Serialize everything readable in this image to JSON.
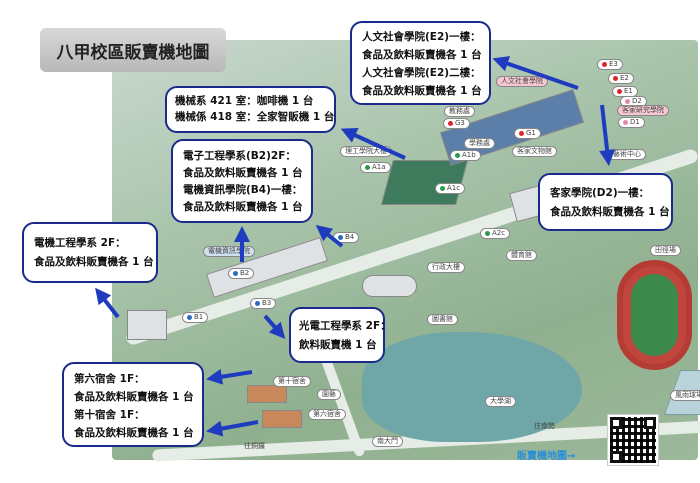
{
  "title": "八甲校區販賣機地圖",
  "callouts": {
    "e2": [
      "人文社會學院(E2)一樓：",
      "食品及飲料販賣機各 1 台",
      "人文社會學院(E2)二樓：",
      "食品及飲料販賣機各 1 台"
    ],
    "mech": [
      "機械系 421 室：咖啡機 1 台",
      "機械係 418 室：全家智販機 1 台"
    ],
    "b2b4": [
      "電子工程學系(B2)2F：",
      "食品及飲料販賣機各 1 台",
      "電機資訊學院(B4)一樓：",
      "食品及飲料販賣機各 1 台"
    ],
    "ee": [
      "電機工程學系 2F：",
      "食品及飲料販賣機各 1 台"
    ],
    "d2": [
      "客家學院(D2)一樓：",
      "食品及飲料販賣機各 1 台"
    ],
    "eo": [
      "光電工程學系 2F：",
      "飲料販賣機 1 台"
    ],
    "dorm": [
      "第六宿舍 1F：",
      "食品及飲料販賣機各 1 台",
      "第十宿舍 1F：",
      "食品及飲料販賣機各 1 台"
    ]
  },
  "map_labels": {
    "E3": "E3",
    "E2": "E2",
    "E1": "E1",
    "D2": "D2",
    "D1": "D1",
    "G3": "G3",
    "G1": "G1",
    "A1a": "A1a",
    "A1b": "A1b",
    "A1c": "A1c",
    "A2c": "A2c",
    "B1": "B1",
    "B2": "B2",
    "B3": "B3",
    "B4": "B4",
    "humanities": "人文社會學院",
    "hakka_grad": "客家研究學院",
    "academic": "學務處",
    "teaching": "教務處",
    "hakka_museum": "客家文物館",
    "art": "藝術中心",
    "science": "理工學院大樓",
    "eecs": "電機資訊學院",
    "admin": "行政大樓",
    "library": "圖書館",
    "lake": "大學湖",
    "dorm10": "第十宿舍",
    "dorm6": "第六宿舍",
    "garden": "園藝",
    "south_gate": "南大門",
    "gym": "風雨球場",
    "field": "田徑場",
    "to_nanshi": "往南勢",
    "to_tongluo": "往銅鑼",
    "sports": "體育館"
  },
  "caption": "販賣機地圖→",
  "colors": {
    "callout_border": "#1a2a8c",
    "arrow": "#1f3bbf",
    "caption": "#2a8fd6",
    "red_dot": "#d9262a",
    "green_dot": "#2e9a48",
    "blue_dot": "#2a6bbf",
    "pink_dot": "#e08aa6"
  }
}
